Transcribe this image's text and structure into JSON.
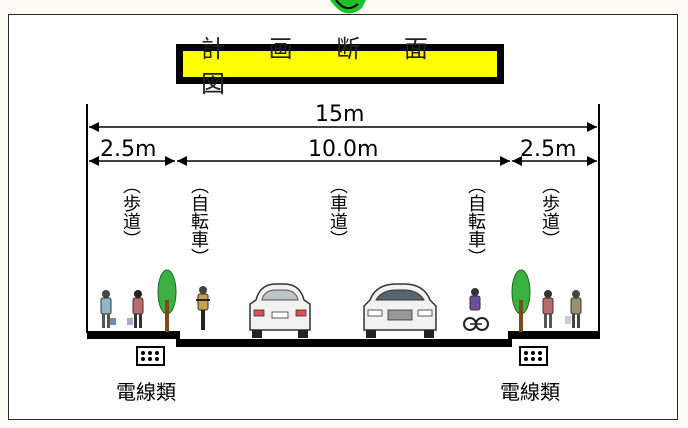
{
  "title": "計 画 断 面 図",
  "dimensions": {
    "total": "15m",
    "left_sidewalk": "2.5m",
    "roadway": "10.0m",
    "right_sidewalk": "2.5m"
  },
  "lanes": {
    "sidewalk_left": "（歩道）",
    "bike_left": "（自転車）",
    "roadway": "（車道）",
    "bike_right": "（自転車）",
    "sidewalk_right": "（歩道）"
  },
  "utility_label_left": "電線類",
  "utility_label_right": "電線類",
  "colors": {
    "title_fill": "#ffff00",
    "tree": "#3cb043",
    "road": "#000000",
    "conduit": "#000000"
  },
  "icons": [
    "pedestrian-icon",
    "tree-icon",
    "cyclist-icon",
    "car-icon",
    "conduit-icon"
  ]
}
